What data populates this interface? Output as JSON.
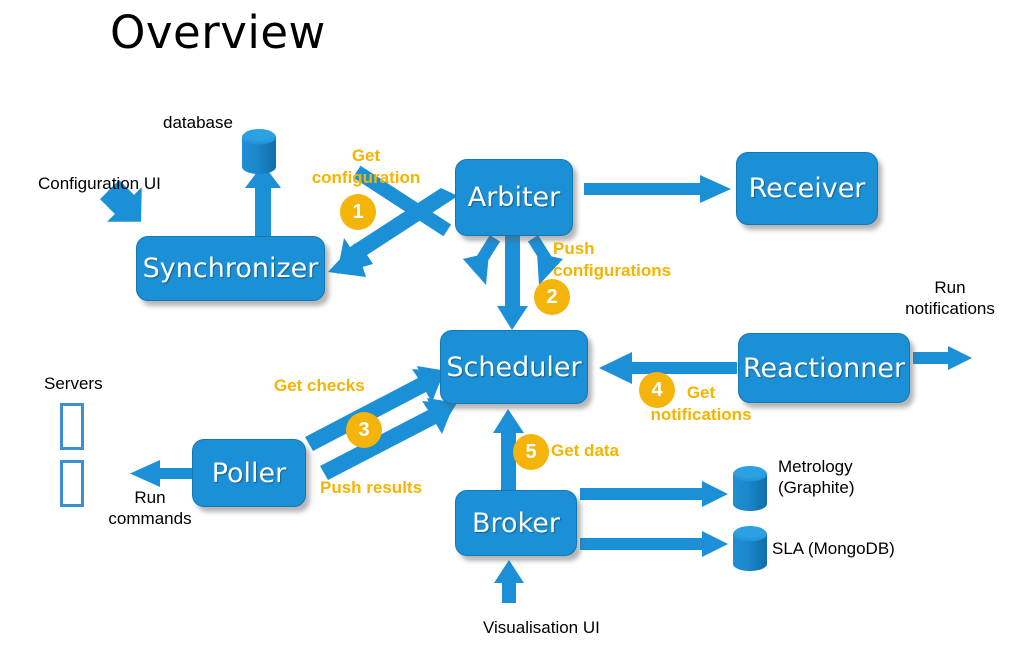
{
  "title": "Overview",
  "colors": {
    "node_fill": "#1b90d6",
    "node_border": "#1277b4",
    "arrow": "#1b90d6",
    "badge": "#f5b40a",
    "step_text": "#f5b400",
    "plain_text": "#000000",
    "cylinder_body": "#1b86cb",
    "cylinder_top": "#2b9fe0",
    "server_border": "#3d8fd1",
    "background": "#ffffff"
  },
  "nodes": [
    {
      "id": "synchronizer",
      "label": "Synchronizer"
    },
    {
      "id": "arbiter",
      "label": "Arbiter"
    },
    {
      "id": "receiver",
      "label": "Receiver"
    },
    {
      "id": "scheduler",
      "label": "Scheduler"
    },
    {
      "id": "reactionner",
      "label": "Reactionner"
    },
    {
      "id": "poller",
      "label": "Poller"
    },
    {
      "id": "broker",
      "label": "Broker"
    }
  ],
  "stores": [
    {
      "id": "database",
      "label": "database"
    },
    {
      "id": "metrology",
      "label": "Metrology\n(Graphite)",
      "line1": "Metrology",
      "line2": "(Graphite)"
    },
    {
      "id": "sla",
      "label": "SLA (MongoDB)"
    }
  ],
  "labels": {
    "configuration_ui": "Configuration UI",
    "database": "database",
    "servers": "Servers",
    "run_commands_line1": "Run",
    "run_commands_line2": "commands",
    "run_notifications_line1": "Run",
    "run_notifications_line2": "notifications",
    "visualisation_ui": "Visualisation UI",
    "metrology_line1": "Metrology",
    "metrology_line2": "(Graphite)",
    "sla": "SLA (MongoDB)"
  },
  "steps": [
    {
      "number": "1",
      "line1": "Get",
      "line2": "configuration",
      "from": "arbiter",
      "to": "synchronizer"
    },
    {
      "number": "2",
      "line1": "Push",
      "line2": "configurations",
      "from": "arbiter",
      "to": "scheduler"
    },
    {
      "number": "3",
      "line1": "Get checks",
      "line2": "Push  results",
      "from": "poller",
      "to": "scheduler"
    },
    {
      "number": "4",
      "line1": "Get",
      "line2": "notifications",
      "from": "reactionner",
      "to": "scheduler"
    },
    {
      "number": "5",
      "line1": "Get data",
      "line2": "",
      "from": "broker",
      "to": "scheduler"
    }
  ],
  "step_text": {
    "get": "Get",
    "configuration": "configuration",
    "push": "Push",
    "configurations": "configurations",
    "get_checks": "Get checks",
    "push_results": "Push  results",
    "get_notifications_line1": "Get",
    "get_notifications_line2": "notifications",
    "get_data": "Get data"
  },
  "badges": [
    "1",
    "2",
    "3",
    "4",
    "5"
  ]
}
